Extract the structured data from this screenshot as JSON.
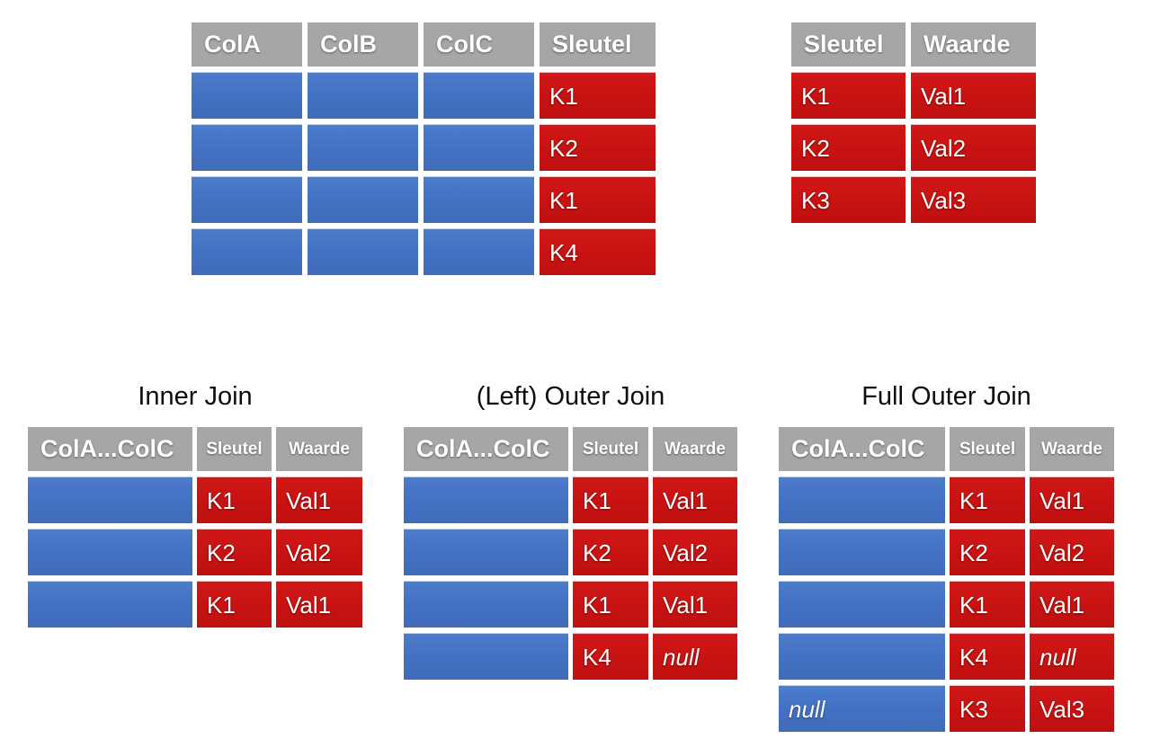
{
  "source_tables": {
    "left": {
      "name": "left-source-table",
      "headers": [
        "ColA",
        "ColB",
        "ColC",
        "Sleutel"
      ],
      "rows": [
        {
          "cols": [
            "",
            "",
            "",
            "K1"
          ]
        },
        {
          "cols": [
            "",
            "",
            "",
            "K2"
          ]
        },
        {
          "cols": [
            "",
            "",
            "",
            "K1"
          ]
        },
        {
          "cols": [
            "",
            "",
            "",
            "K4"
          ]
        }
      ]
    },
    "right": {
      "name": "right-source-table",
      "headers": [
        "Sleutel",
        "Waarde"
      ],
      "rows": [
        {
          "cols": [
            "K1",
            "Val1"
          ]
        },
        {
          "cols": [
            "K2",
            "Val2"
          ]
        },
        {
          "cols": [
            "K3",
            "Val3"
          ]
        }
      ]
    }
  },
  "results": {
    "inner": {
      "title": "Inner Join",
      "headers": [
        "ColA...ColC",
        "Sleutel",
        "Waarde"
      ],
      "rows": [
        {
          "cols": [
            "",
            "K1",
            "Val1"
          ],
          "null_flags": [
            false,
            false,
            false
          ]
        },
        {
          "cols": [
            "",
            "K2",
            "Val2"
          ],
          "null_flags": [
            false,
            false,
            false
          ]
        },
        {
          "cols": [
            "",
            "K1",
            "Val1"
          ],
          "null_flags": [
            false,
            false,
            false
          ]
        }
      ]
    },
    "left_outer": {
      "title": "(Left) Outer Join",
      "headers": [
        "ColA...ColC",
        "Sleutel",
        "Waarde"
      ],
      "rows": [
        {
          "cols": [
            "",
            "K1",
            "Val1"
          ],
          "null_flags": [
            false,
            false,
            false
          ]
        },
        {
          "cols": [
            "",
            "K2",
            "Val2"
          ],
          "null_flags": [
            false,
            false,
            false
          ]
        },
        {
          "cols": [
            "",
            "K1",
            "Val1"
          ],
          "null_flags": [
            false,
            false,
            false
          ]
        },
        {
          "cols": [
            "",
            "K4",
            "null"
          ],
          "null_flags": [
            false,
            false,
            true
          ]
        }
      ]
    },
    "full_outer": {
      "title": "Full Outer Join",
      "headers": [
        "ColA...ColC",
        "Sleutel",
        "Waarde"
      ],
      "rows": [
        {
          "cols": [
            "",
            "K1",
            "Val1"
          ],
          "null_flags": [
            false,
            false,
            false
          ]
        },
        {
          "cols": [
            "",
            "K2",
            "Val2"
          ],
          "null_flags": [
            false,
            false,
            false
          ]
        },
        {
          "cols": [
            "",
            "K1",
            "Val1"
          ],
          "null_flags": [
            false,
            false,
            false
          ]
        },
        {
          "cols": [
            "",
            "K4",
            "null"
          ],
          "null_flags": [
            false,
            false,
            true
          ]
        },
        {
          "cols": [
            "null",
            "K3",
            "Val3"
          ],
          "null_flags": [
            true,
            false,
            false
          ]
        }
      ]
    }
  },
  "colors": {
    "header_gray": "#A6A6A6",
    "data_blue": "#4472C4",
    "key_red": "#CC1414",
    "text_white": "#FFFFFF",
    "title_black": "#0D0D0D",
    "background": "#FFFFFF"
  }
}
